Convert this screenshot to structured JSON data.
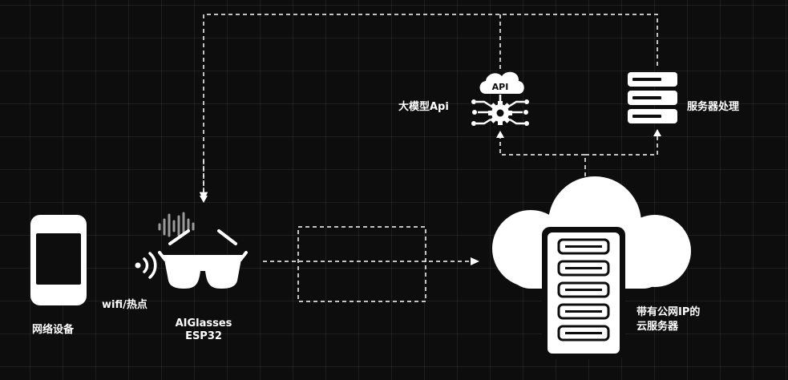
{
  "phone": {
    "label": "网络设备"
  },
  "wifi": {
    "label": "wifi/热点"
  },
  "glasses": {
    "label_line1": "AIGlasses",
    "label_line2": "ESP32"
  },
  "api": {
    "icon_text": "API",
    "label": "大模型Api"
  },
  "server": {
    "label": "服务器处理"
  },
  "cloud": {
    "label_line1": "带有公网IP的",
    "label_line2": "云服务器"
  },
  "colors": {
    "background": "#0d0d0d",
    "foreground": "#ffffff",
    "grid": "#1f1f1f"
  }
}
